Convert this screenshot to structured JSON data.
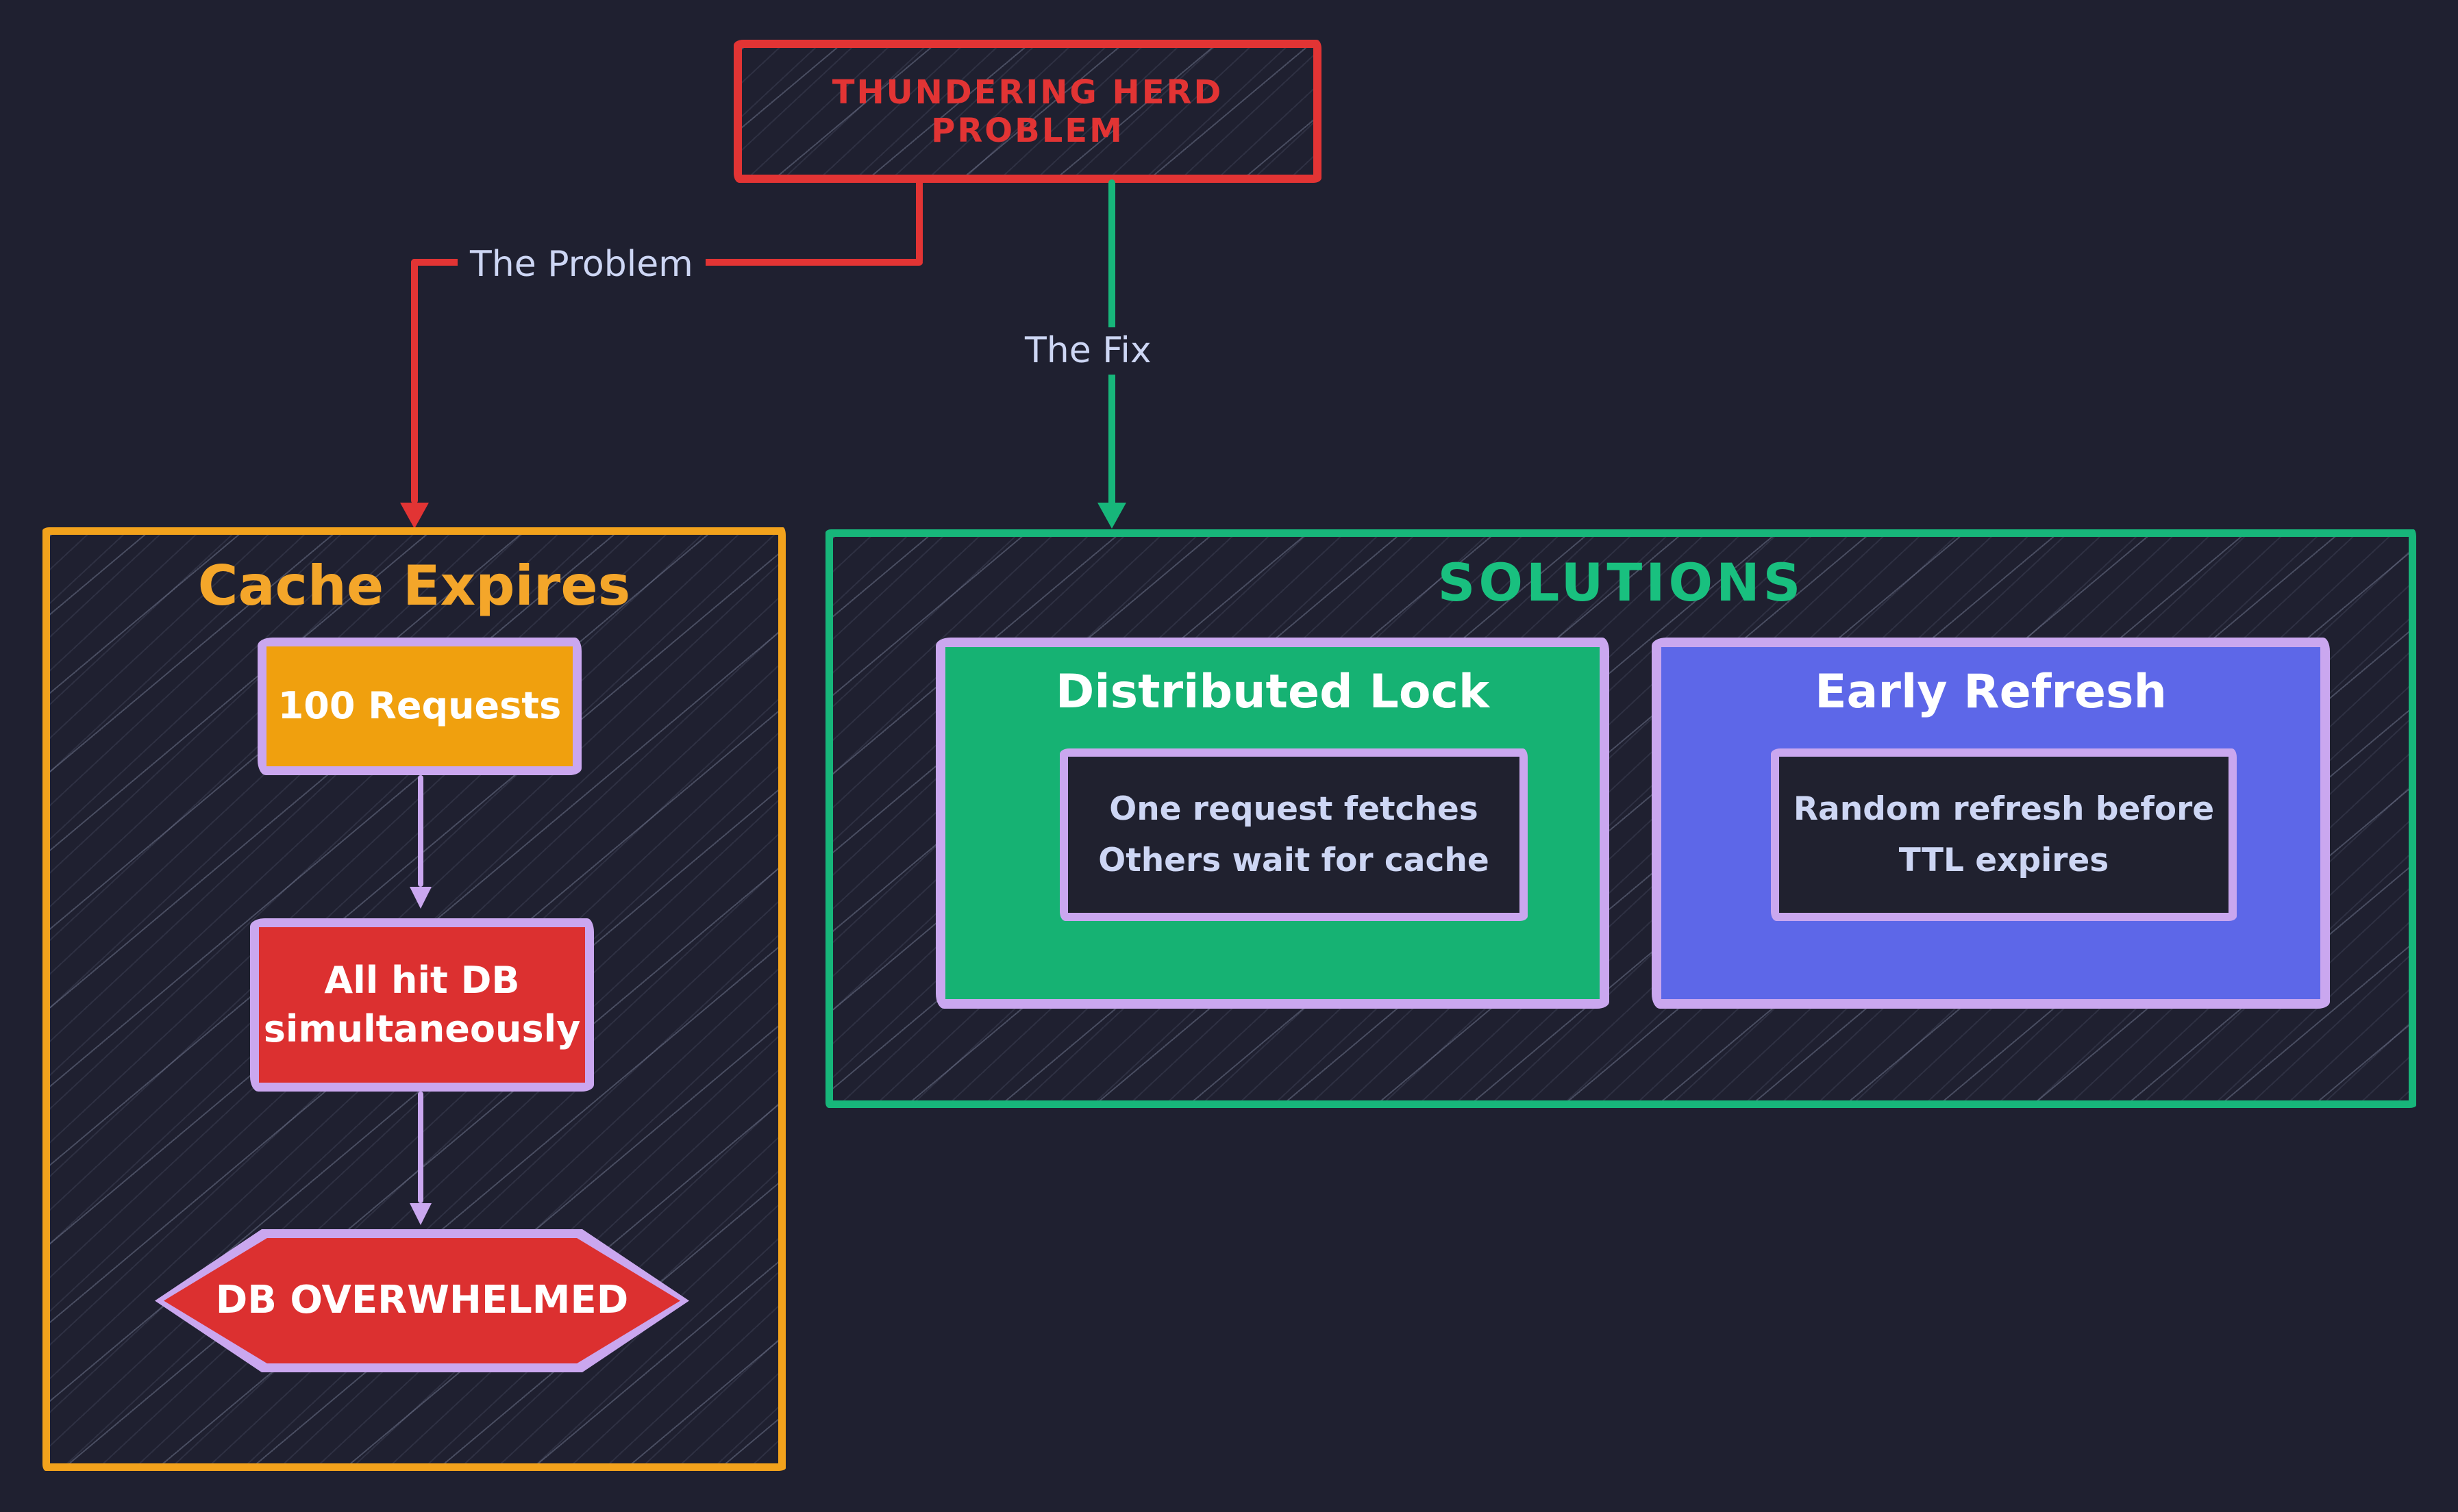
{
  "root": {
    "title": "THUNDERING HERD PROBLEM"
  },
  "edges": {
    "problem_label": "The Problem",
    "fix_label": "The Fix"
  },
  "cache_flow": {
    "title": "Cache Expires",
    "step_requests": "100 Requests",
    "step_hit_db": "All hit DB\nsimultaneously",
    "result": "DB OVERWHELMED"
  },
  "solutions": {
    "title": "SOLUTIONS",
    "distributed_lock": {
      "title": "Distributed Lock",
      "desc": "One request fetches\nOthers wait for cache"
    },
    "early_refresh": {
      "title": "Early Refresh",
      "desc": "Random refresh before\nTTL expires"
    }
  },
  "colors": {
    "background": "#1f2030",
    "red": "#e23434",
    "red_fill": "#dc3030",
    "orange": "#f2a21c",
    "orange_fill": "#f0a00e",
    "green": "#17b67a",
    "green_fill": "#16b273",
    "blue_fill": "#5d67e8",
    "lavender": "#caa7ef",
    "text_light": "#cdd6f4",
    "text_white": "#ffffff"
  }
}
